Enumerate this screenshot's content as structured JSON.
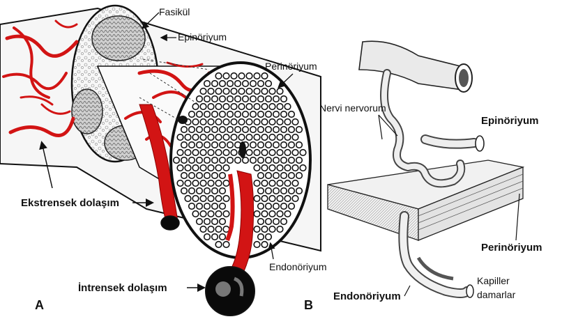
{
  "panel_a": {
    "panel_letter": "A",
    "labels": {
      "fascicle": "Fasikül",
      "epineurium": "Epinöriyum",
      "perineurium": "Perinöriyum",
      "endoneurium": "Endonöriyum",
      "extrinsic": "Ekstrensek dolaşım",
      "intrinsic": "İntrensek dolaşım"
    }
  },
  "panel_b": {
    "panel_letter": "B",
    "labels": {
      "nervi_nervorum": "Nervi nervorum",
      "epineurium": "Epinöriyum",
      "perineurium": "Perinöriyum",
      "endoneurium": "Endonöriyum",
      "capillaries_1": "Kapiller",
      "capillaries_2": "damarlar"
    }
  },
  "colors": {
    "vessel_red": "#d21414",
    "outline": "#111111",
    "sheath_fill": "#f4f4f4",
    "dark_lumen": "#0a0a0a"
  }
}
